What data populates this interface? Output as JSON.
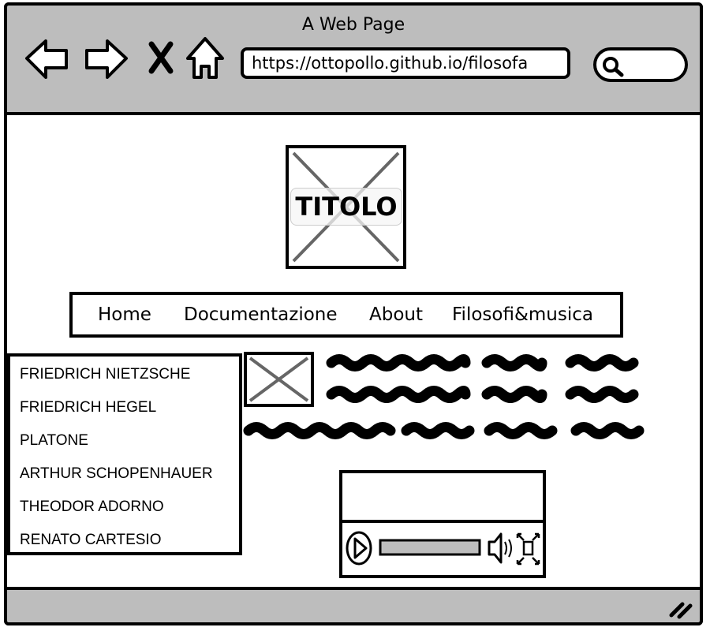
{
  "window": {
    "title": "A Web Page"
  },
  "toolbar": {
    "back_icon": "arrow-left-icon",
    "forward_icon": "arrow-right-icon",
    "stop_icon": "close-icon",
    "home_icon": "home-icon",
    "url": "https://ottopollo.github.io/filosofa",
    "search_icon": "search-icon"
  },
  "header": {
    "logo_title": "TITOLO"
  },
  "nav": {
    "items": [
      {
        "label": "Home"
      },
      {
        "label": "Documentazione"
      },
      {
        "label": "About"
      },
      {
        "label": "Filosofi&musica"
      }
    ]
  },
  "sidebar": {
    "items": [
      {
        "label": "FRIEDRICH NIETZSCHE"
      },
      {
        "label": "FRIEDRICH HEGEL"
      },
      {
        "label": "PLATONE"
      },
      {
        "label": "ARTHUR SCHOPENHAUER"
      },
      {
        "label": "THEODOR ADORNO"
      },
      {
        "label": "RENATO CARTESIO"
      }
    ]
  },
  "video": {
    "play_icon": "play-icon",
    "volume_icon": "volume-icon",
    "fullscreen_icon": "fullscreen-icon",
    "progress": 0
  },
  "colors": {
    "chrome_gray": "#bdbdbd",
    "border": "#000000",
    "placeholder_x": "#555555"
  }
}
